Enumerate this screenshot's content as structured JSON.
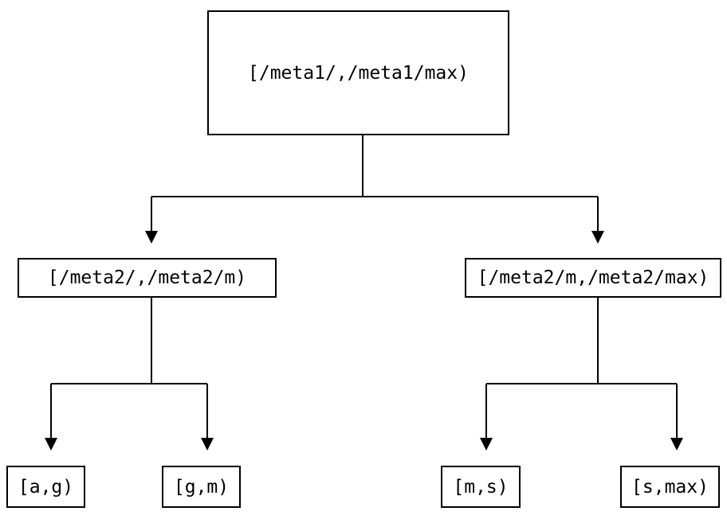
{
  "tree": {
    "root": {
      "label": "[/meta1/,/meta1/max)"
    },
    "level2": [
      {
        "label": "[/meta2/,/meta2/m)"
      },
      {
        "label": "[/meta2/m,/meta2/max)"
      }
    ],
    "leaves": [
      {
        "label": "[a,g)"
      },
      {
        "label": "[g,m)"
      },
      {
        "label": "[m,s)"
      },
      {
        "label": "[s,max)"
      }
    ],
    "colors": {
      "background": "#ffffff",
      "line": "#000000",
      "box_border": "#000000",
      "box_fill": "#ffffff",
      "text": "#000000"
    }
  }
}
